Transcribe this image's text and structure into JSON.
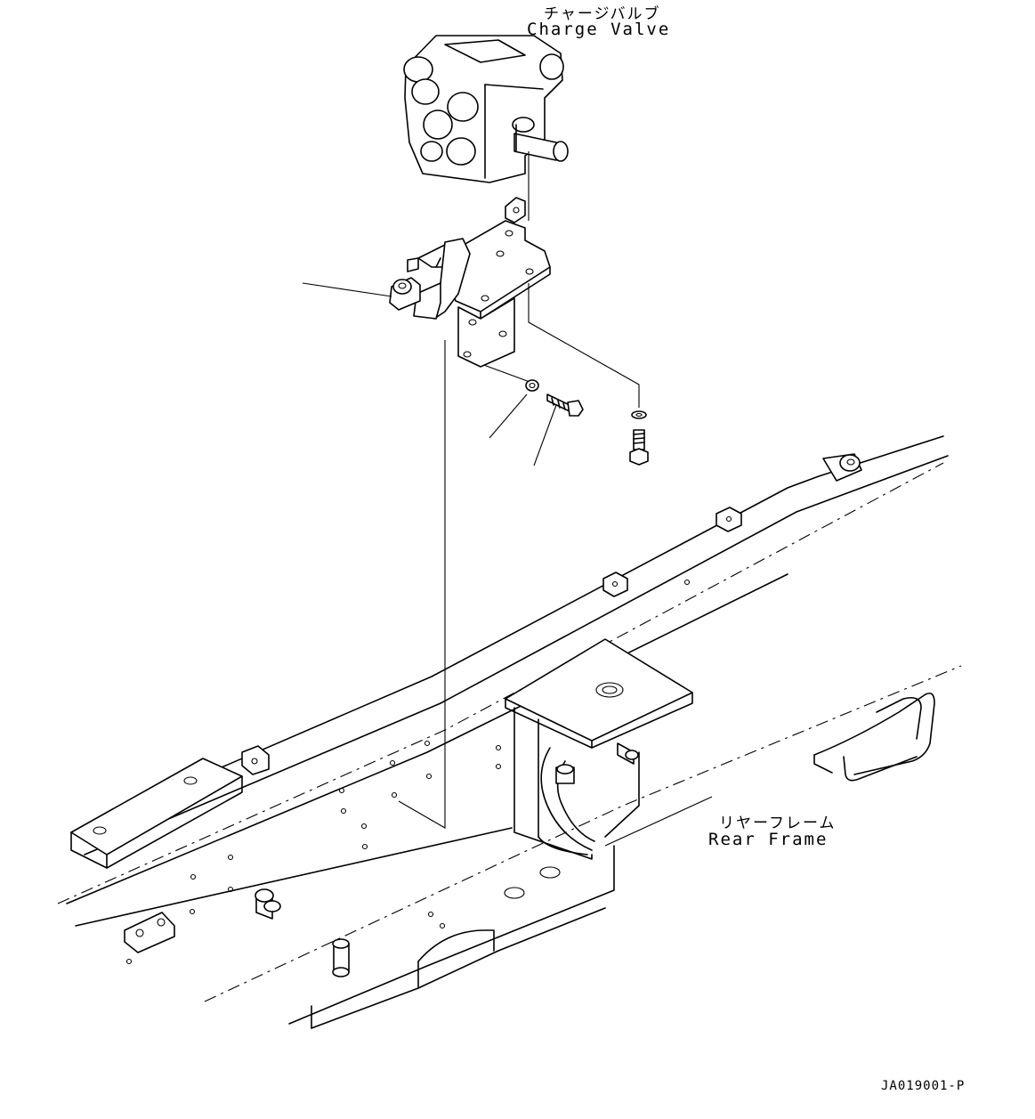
{
  "labels": {
    "charge_valve_jp": "チャージバルブ",
    "charge_valve_en": "Charge Valve",
    "rear_frame_jp": "リヤーフレーム",
    "rear_frame_en": "Rear Frame",
    "drawing_code": "JA019001-P"
  },
  "parts": [
    "charge-valve",
    "mounting-bracket",
    "valve-lever",
    "washer",
    "bolt",
    "washer",
    "bolt",
    "rear-frame"
  ]
}
